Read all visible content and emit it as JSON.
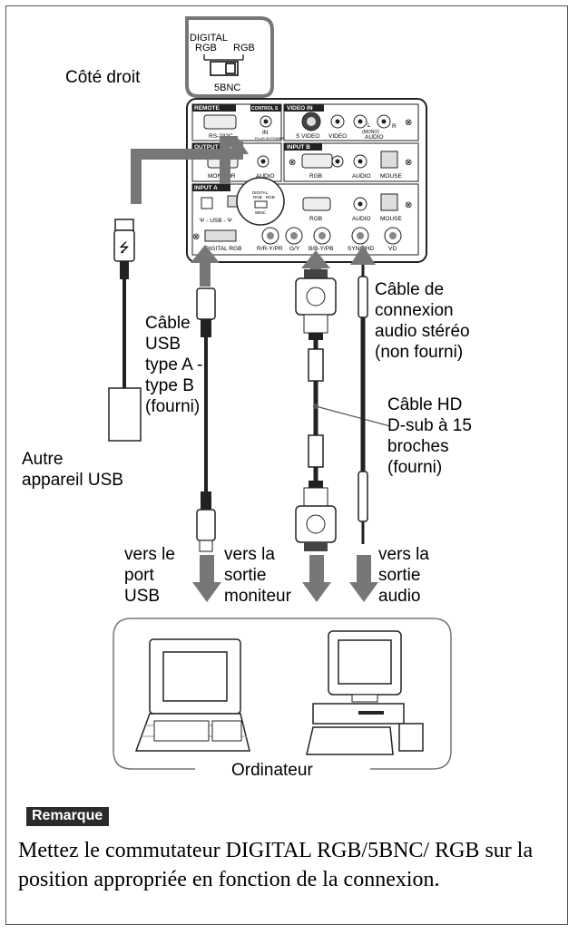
{
  "switch_callout": {
    "digital_rgb": "DIGITAL\nRGB",
    "rgb": "RGB",
    "fivebnc": "5BNC"
  },
  "side_label": "Côté droit",
  "panel": {
    "remote": "REMOTE",
    "control_s": "CONTROL S",
    "video_in": "VIDEO IN",
    "rs232c": "RS-232C",
    "in": "IN",
    "plug_in_power": "PLUG IN POWER",
    "s_video": "S VIDEO",
    "video": "VIDEO",
    "audio": "AUDIO",
    "mono": "(MONO)",
    "l": "L",
    "r": "R",
    "output": "OUTPUT",
    "input_b": "INPUT B",
    "monitor": "MONITOR",
    "rgb": "RGB",
    "mouse": "MOUSE",
    "input_a": "INPUT A",
    "usb": "USB",
    "digital_rgb": "DIGITAL RGB",
    "r_ry_pr": "R/R-Y/PR",
    "g_y": "G/Y",
    "b_by_pb": "B/B-Y/PB",
    "sync_hd": "SYNC/HD",
    "vd": "VD"
  },
  "labels": {
    "usb_cable": [
      "Câble",
      "USB",
      "type A -",
      "type B",
      "(fourni)"
    ],
    "other_usb_device": [
      "Autre",
      "appareil USB"
    ],
    "audio_cable": [
      "Câble de",
      "connexion",
      "audio stéréo",
      "(non fourni)"
    ],
    "hd_cable": [
      "Câble HD",
      "D-sub à 15",
      "broches",
      "(fourni)"
    ],
    "to_usb_port": [
      "vers le",
      "port",
      "USB"
    ],
    "to_monitor_out": [
      "vers la",
      "sortie",
      "moniteur"
    ],
    "to_audio_out": [
      "vers la",
      "sortie",
      "audio"
    ],
    "computer": "Ordinateur"
  },
  "remarque_title": "Remarque",
  "remarque_text": "Mettez le commutateur DIGITAL RGB/5BNC/ RGB sur la position appropriée en fonction de la connexion."
}
